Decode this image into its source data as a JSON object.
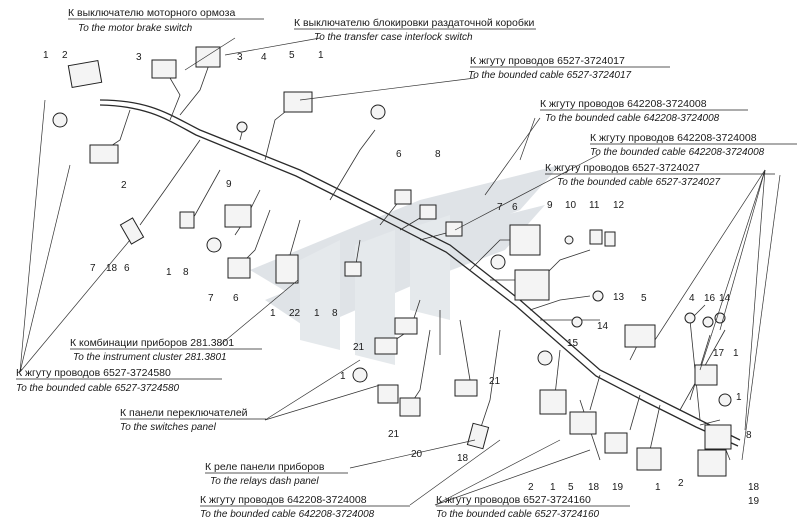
{
  "callouts": {
    "motor_brake": {
      "ru": "К выключателю моторного ормоза",
      "en": "To the motor brake switch"
    },
    "transfer_case": {
      "ru": "К выключателю блокировки раздаточной коробки",
      "en": "To the transfer case interlock switch"
    },
    "cable_6527_3724017": {
      "ru": "К жгуту проводов 6527-3724017",
      "en": "To the bounded cable 6527-3724017"
    },
    "cable_642208_a": {
      "ru": "К жгуту проводов 642208-3724008",
      "en": "To the bounded cable 642208-3724008"
    },
    "cable_642208_b": {
      "ru": "К жгуту проводов 642208-3724008",
      "en": "To the bounded cable 642208-3724008"
    },
    "cable_6527_3724027": {
      "ru": "К жгуту проводов 6527-3724027",
      "en": "To the bounded cable 6527-3724027"
    },
    "instrument_cluster": {
      "ru": "К комбинации приборов 281.3801",
      "en": "To the instrument cluster 281.3801"
    },
    "cable_6527_3724580": {
      "ru": "К жгуту проводов 6527-3724580",
      "en": "To the bounded cable 6527-3724580"
    },
    "switches_panel": {
      "ru": "К панели переключателей",
      "en": "To the switches panel"
    },
    "relays_dash": {
      "ru": "К реле панели приборов",
      "en": "To the relays dash panel"
    },
    "cable_642208_c": {
      "ru": "К жгуту проводов 642208-3724008",
      "en": "To the bounded cable 642208-3724008"
    },
    "cable_6527_3724160": {
      "ru": "К жгуту проводов 6527-3724160",
      "en": "To the bounded cable 6527-3724160"
    }
  },
  "numbers": [
    "1",
    "2",
    "3",
    "3",
    "4",
    "5",
    "1",
    "6",
    "2",
    "7",
    "18",
    "6",
    "1",
    "8",
    "9",
    "7",
    "6",
    "8",
    "1",
    "22",
    "1",
    "8",
    "7",
    "6",
    "9",
    "10",
    "11",
    "12",
    "13",
    "14",
    "5",
    "4",
    "16",
    "14",
    "21",
    "1",
    "21",
    "21",
    "15",
    "17",
    "1",
    "1",
    "20",
    "18",
    "2",
    "1",
    "5",
    "18",
    "19",
    "1",
    "2",
    "18",
    "19",
    "8"
  ],
  "colors": {
    "ink": "#222222",
    "watermark": "#b9c2cc"
  }
}
